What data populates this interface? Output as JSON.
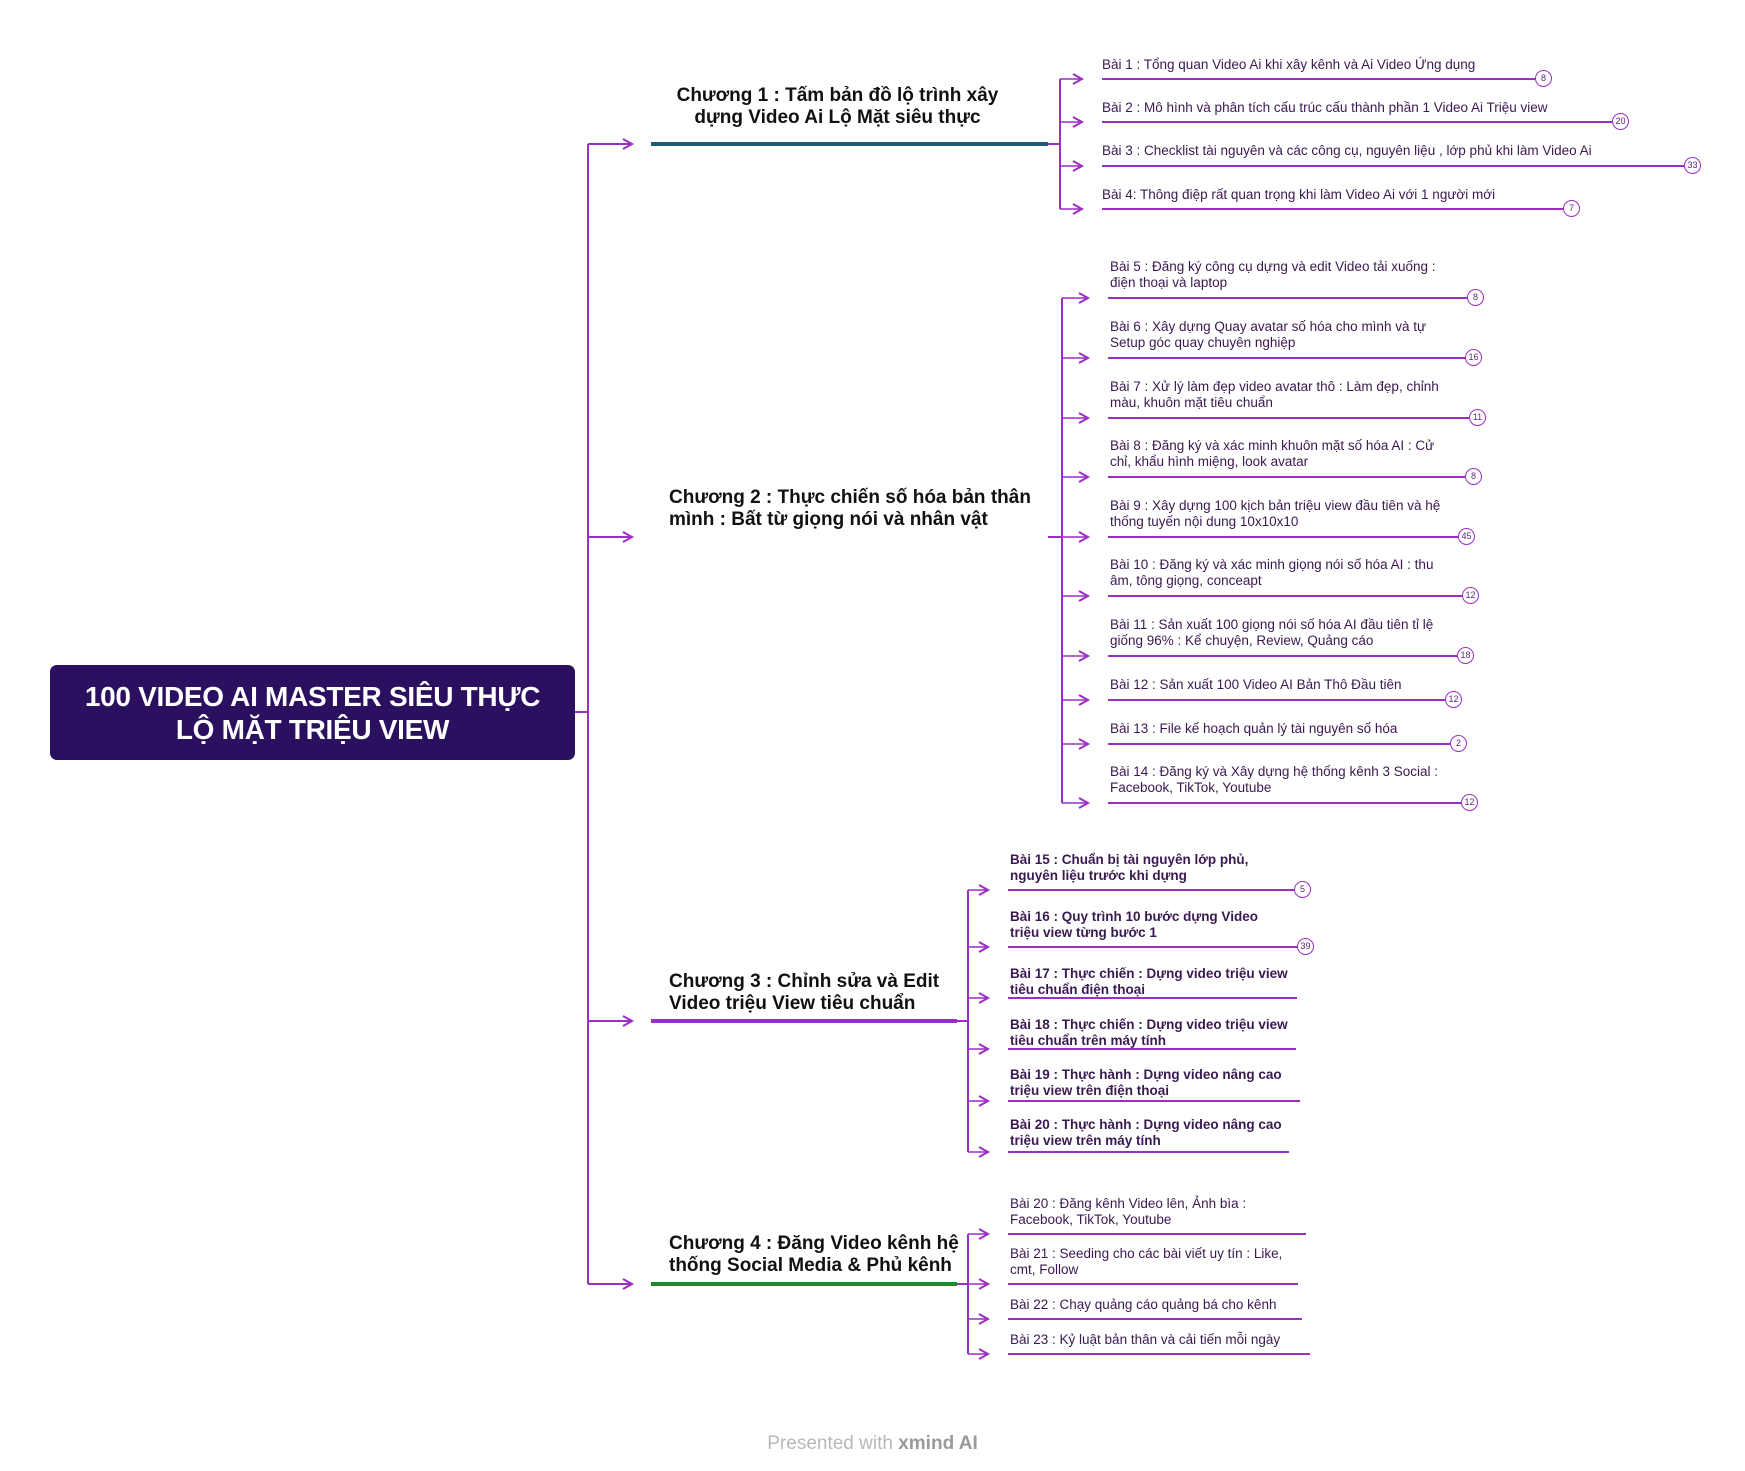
{
  "colors": {
    "accent": "#9b2fc4",
    "root_bg": "#2b1060",
    "chapter1_line": "#1e5b74",
    "chapter2_line": "#9b2fc4",
    "chapter3_line": "#9b2fc4",
    "chapter4_line": "#1f8a2c"
  },
  "root": {
    "line1": "100 VIDEO AI MASTER SIÊU THỰC",
    "line2": "LỘ MẶT TRIỆU VIEW"
  },
  "chapters": [
    {
      "title_lines": [
        "Chương 1 : Tấm bản đồ lộ trình xây",
        "dựng Video Ai Lộ Mặt siêu thực"
      ],
      "lessons": [
        {
          "lines": [
            "Bài 1 : Tổng quan Video Ai khi xây kênh và Ai Video Ứng dụng"
          ],
          "count": "8"
        },
        {
          "lines": [
            "Bài 2 : Mô hình và phân tích cấu trúc cấu thành phần 1 Video Ai Triệu view"
          ],
          "count": "20"
        },
        {
          "lines": [
            "Bài 3 : Checklist tài nguyên và các công cụ, nguyên liệu , lớp phủ khi làm Video Ai"
          ],
          "count": "33"
        },
        {
          "lines": [
            "Bài 4: Thông điệp rất quan trọng khi làm Video Ai với 1 người mới"
          ],
          "count": "7"
        }
      ]
    },
    {
      "title_lines": [
        "Chương 2 : Thực chiến số hóa bản thân",
        "mình : Bất từ giọng nói và nhân vật"
      ],
      "lessons": [
        {
          "lines": [
            "Bài 5 : Đăng ký công cụ dựng và edit Video tải xuống :",
            "điện thoại và laptop"
          ],
          "count": "8"
        },
        {
          "lines": [
            "Bài 6 : Xây dựng Quay avatar số hóa cho mình và tự",
            "Setup góc quay chuyên nghiệp"
          ],
          "count": "16"
        },
        {
          "lines": [
            "Bài 7 : Xử lý làm đẹp video avatar thô : Làm đẹp, chỉnh",
            "màu, khuôn mặt tiêu chuẩn"
          ],
          "count": "11"
        },
        {
          "lines": [
            "Bài 8 : Đăng ký và xác minh khuôn mặt số hóa AI : Cử",
            "chỉ, khẩu hình miệng, look avatar"
          ],
          "count": "8"
        },
        {
          "lines": [
            "Bài 9 : Xây dựng 100 kịch bản triệu view đầu tiên và hệ",
            "thống tuyến nội dung 10x10x10"
          ],
          "count": "45"
        },
        {
          "lines": [
            "Bài 10 : Đăng ký và xác minh giọng nói số hóa AI : thu",
            "âm, tông giọng, conceapt"
          ],
          "count": "12"
        },
        {
          "lines": [
            "Bài 11 : Sản xuất 100 giọng nói số hóa AI đầu tiên tỉ lệ",
            "giống 96% : Kể chuyện, Review, Quảng cáo"
          ],
          "count": "18"
        },
        {
          "lines": [
            "Bài 12 : Sản xuất 100 Video AI Bản Thô Đầu tiên"
          ],
          "count": "12"
        },
        {
          "lines": [
            "Bài 13 : File kế hoạch quản lý tài nguyên số hóa"
          ],
          "count": "2"
        },
        {
          "lines": [
            "Bài 14 : Đăng ký và Xây dựng hệ thống kênh 3 Social :",
            "Facebook, TikTok, Youtube"
          ],
          "count": "12"
        }
      ]
    },
    {
      "title_lines": [
        "Chương 3 : Chỉnh sửa và Edit",
        "Video triệu View tiêu chuẩn"
      ],
      "lessons": [
        {
          "lines": [
            "Bài 15 : Chuẩn bị tài nguyên lớp phủ,",
            "nguyên liệu trước khi dựng"
          ],
          "count": "5"
        },
        {
          "lines": [
            "Bài 16 : Quy trình 10 bước dựng Video",
            "triệu view từng bước 1"
          ],
          "count": "39"
        },
        {
          "lines": [
            "Bài 17 : Thực chiến : Dựng video triệu view",
            "tiêu chuẩn điện thoại"
          ]
        },
        {
          "lines": [
            "Bài 18 : Thực chiến : Dựng video triệu view",
            "tiêu chuẩn trên máy tính"
          ]
        },
        {
          "lines": [
            "Bài 19 : Thực hành : Dựng video nâng cao",
            "triệu view trên điện thoại"
          ]
        },
        {
          "lines": [
            "Bài 20 : Thực hành : Dựng video nâng cao",
            "triệu view trên máy tính"
          ]
        }
      ]
    },
    {
      "title_lines": [
        "Chương 4 : Đăng Video kênh hệ",
        "thống Social Media & Phủ kênh"
      ],
      "lessons": [
        {
          "lines": [
            "Bài 20 : Đăng kênh Video lên, Ảnh bìa :",
            "Facebook, TikTok, Youtube"
          ]
        },
        {
          "lines": [
            "Bài 21 : Seeding cho các bài viết uy tín : Like,",
            "cmt, Follow"
          ]
        },
        {
          "lines": [
            "Bài 22 : Chạy quảng cáo quảng bá cho kênh"
          ]
        },
        {
          "lines": [
            "Bài 23 : Kỷ luật bản thân và cải tiến mỗi ngày"
          ]
        }
      ]
    }
  ],
  "footer": {
    "prefix": "Presented with ",
    "brand": "xmind AI"
  }
}
